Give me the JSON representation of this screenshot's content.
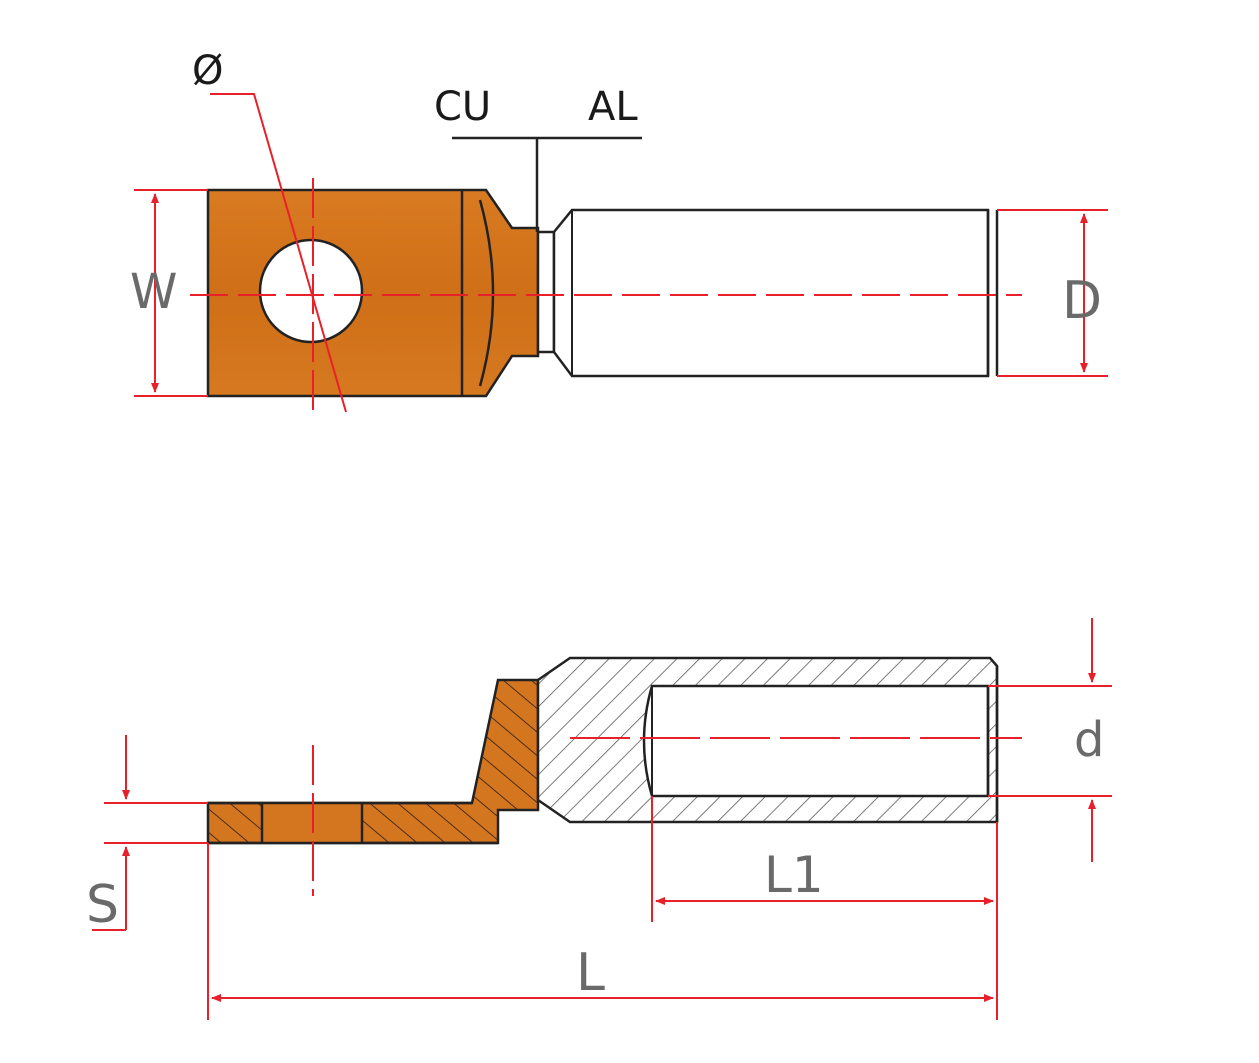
{
  "diagram": {
    "labels": {
      "hole_diameter": "Ø",
      "copper": "CU",
      "aluminium": "AL",
      "width": "W",
      "barrel_diameter": "D",
      "inner_diameter": "d",
      "thickness": "S",
      "barrel_length": "L1",
      "total_length": "L"
    },
    "colors": {
      "copper": "#d4761f",
      "copper_dark": "#a85a12",
      "outline": "#222222",
      "dimension": "#e8202a",
      "hatch": "#555555"
    }
  }
}
